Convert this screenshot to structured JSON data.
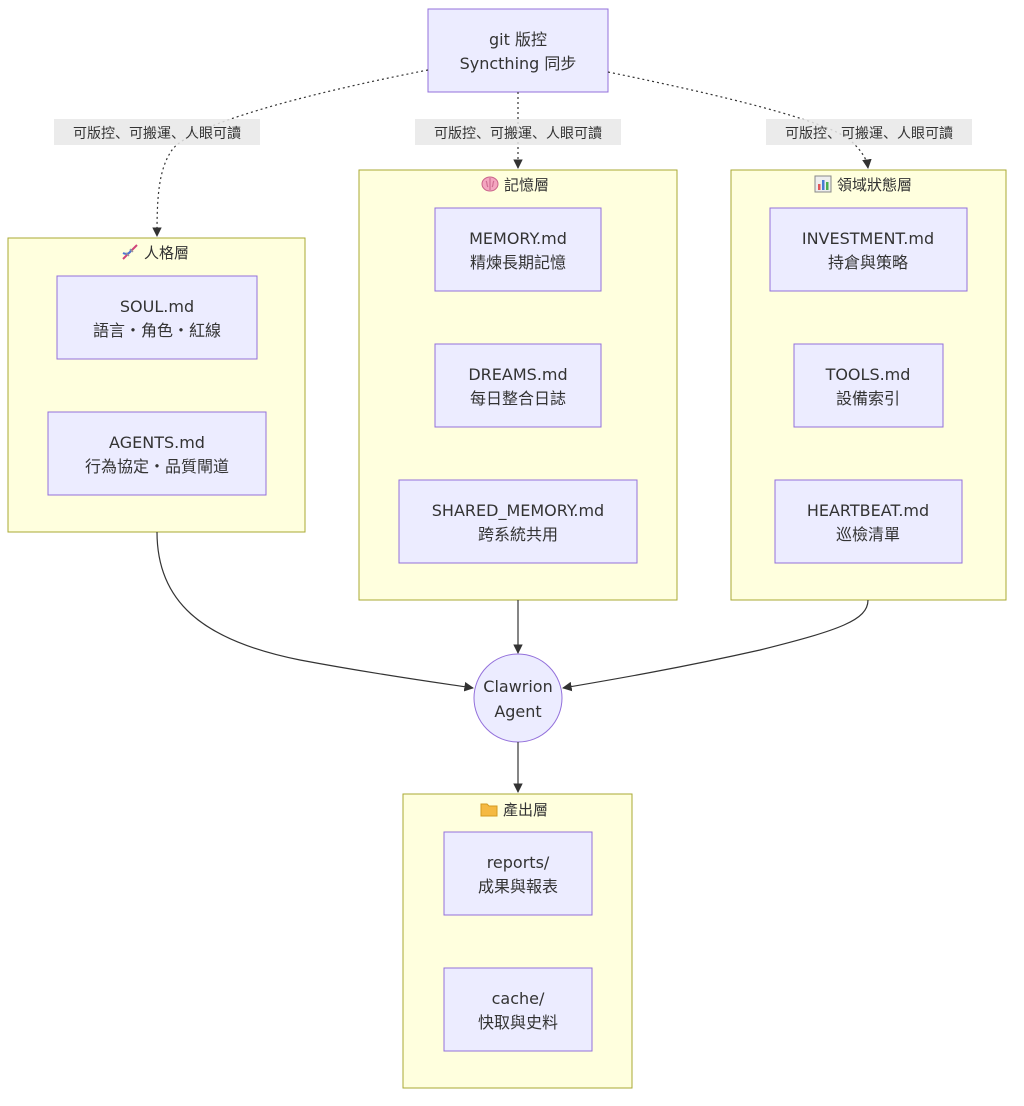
{
  "top_node": {
    "line1": "git 版控",
    "line2": "Syncthing 同步"
  },
  "edge_labels": {
    "left": "可版控、可搬運、人眼可讀",
    "center": "可版控、可搬運、人眼可讀",
    "right": "可版控、可搬運、人眼可讀"
  },
  "clusters": {
    "persona": {
      "title": "人格層",
      "icon": "dna-icon",
      "nodes": [
        {
          "line1": "SOUL.md",
          "line2": "語言・角色・紅線"
        },
        {
          "line1": "AGENTS.md",
          "line2": "行為協定・品質閘道"
        }
      ]
    },
    "memory": {
      "title": "記憶層",
      "icon": "brain-icon",
      "nodes": [
        {
          "line1": "MEMORY.md",
          "line2": "精煉長期記憶"
        },
        {
          "line1": "DREAMS.md",
          "line2": "每日整合日誌"
        },
        {
          "line1": "SHARED_MEMORY.md",
          "line2": "跨系統共用"
        }
      ]
    },
    "domain": {
      "title": "領域狀態層",
      "icon": "bar-chart-icon",
      "nodes": [
        {
          "line1": "INVESTMENT.md",
          "line2": "持倉與策略"
        },
        {
          "line1": "TOOLS.md",
          "line2": "設備索引"
        },
        {
          "line1": "HEARTBEAT.md",
          "line2": "巡檢清單"
        }
      ]
    },
    "output": {
      "title": "產出層",
      "icon": "folder-icon",
      "nodes": [
        {
          "line1": "reports/",
          "line2": "成果與報表"
        },
        {
          "line1": "cache/",
          "line2": "快取與史料"
        }
      ]
    }
  },
  "agent": {
    "line1": "Clawrion",
    "line2": "Agent"
  },
  "colors": {
    "cluster_fill": "#ffffde",
    "cluster_stroke": "#aaaa33",
    "node_fill": "#ececff",
    "node_stroke": "#9370db",
    "edge": "#333333"
  }
}
